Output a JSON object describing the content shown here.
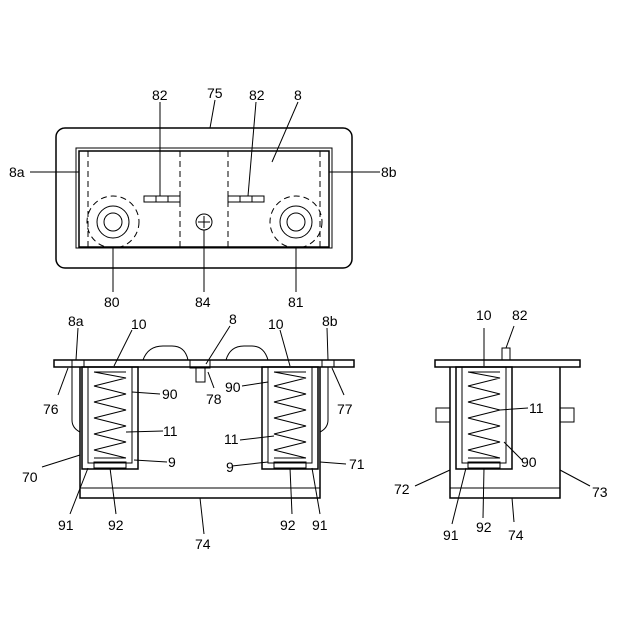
{
  "labels": {
    "top_82_left": "82",
    "top_75": "75",
    "top_82_right": "82",
    "top_8": "8",
    "top_8a": "8a",
    "top_8b": "8b",
    "top_80": "80",
    "top_84": "84",
    "top_81": "81",
    "mid_8a": "8a",
    "mid_10_left": "10",
    "mid_8": "8",
    "mid_10_right": "10",
    "mid_8b": "8b",
    "mid_76": "76",
    "mid_90_left": "90",
    "mid_78": "78",
    "mid_90_right": "90",
    "mid_77": "77",
    "mid_11_left": "11",
    "mid_11_right": "11",
    "mid_9_left": "9",
    "mid_9_right": "9",
    "mid_70": "70",
    "mid_71": "71",
    "mid_91_left": "91",
    "mid_92_left": "92",
    "mid_92_right": "92",
    "mid_91_right": "91",
    "mid_74": "74",
    "side_10": "10",
    "side_82": "82",
    "side_11": "11",
    "side_90": "90",
    "side_72": "72",
    "side_73": "73",
    "side_91": "91",
    "side_92": "92",
    "side_74": "74"
  }
}
